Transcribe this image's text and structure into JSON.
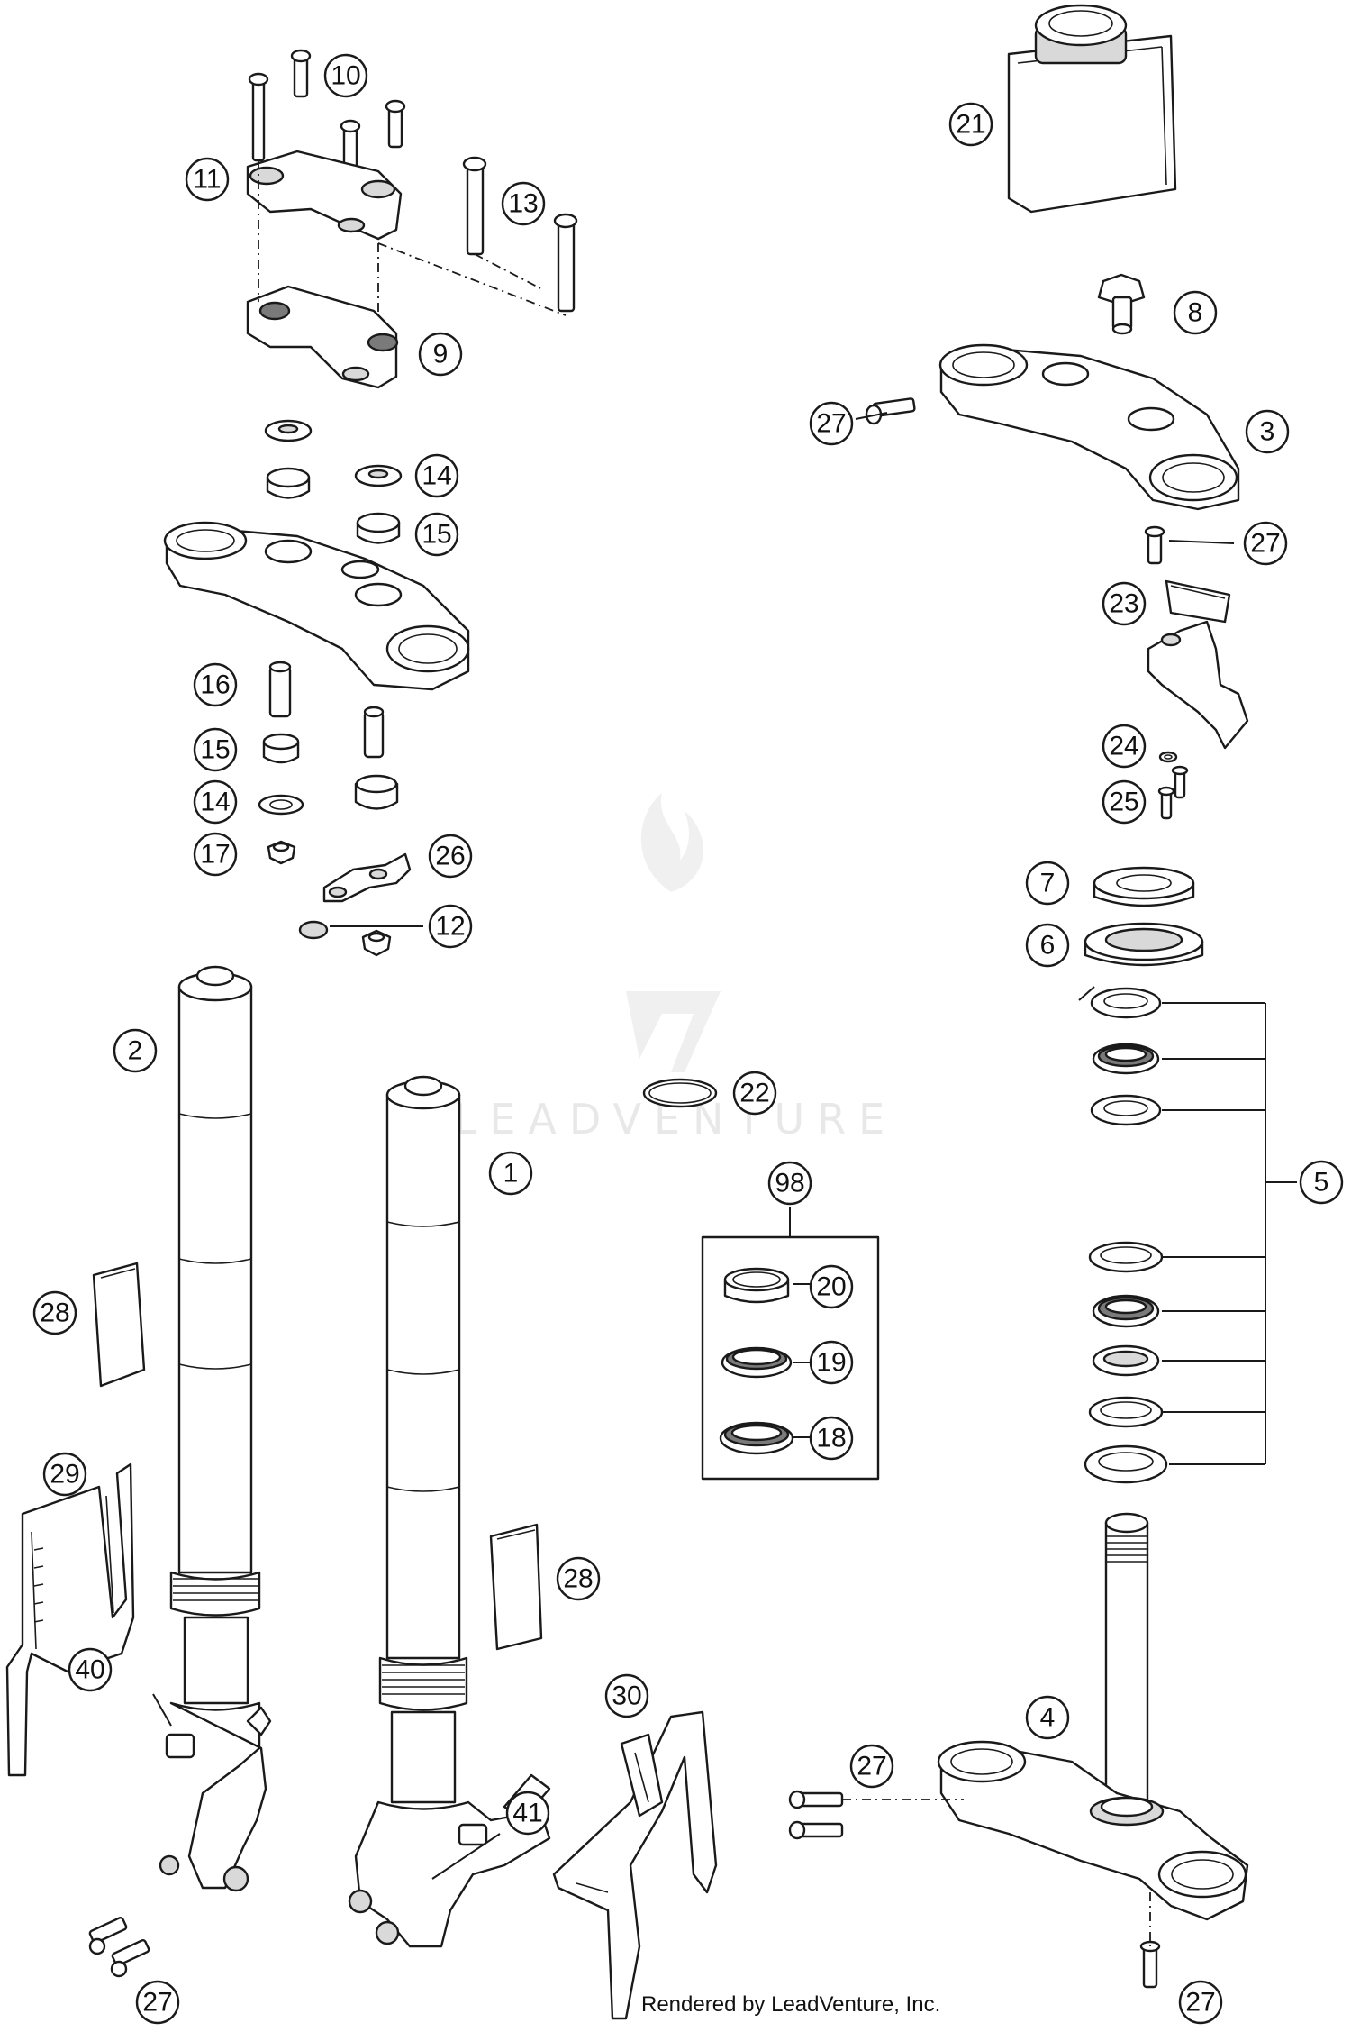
{
  "watermark": {
    "brand": "LEADVENTURE"
  },
  "footer": {
    "credit": "Rendered by LeadVenture, Inc."
  },
  "callouts": {
    "c1": "1",
    "c2": "2",
    "c3": "3",
    "c4": "4",
    "c5": "5",
    "c6": "6",
    "c7": "7",
    "c8": "8",
    "c9": "9",
    "c10": "10",
    "c11": "11",
    "c12": "12",
    "c13": "13",
    "c14a": "14",
    "c14b": "14",
    "c15a": "15",
    "c15b": "15",
    "c16": "16",
    "c17": "17",
    "c18": "18",
    "c19": "19",
    "c20": "20",
    "c21": "21",
    "c22": "22",
    "c23": "23",
    "c24": "24",
    "c25": "25",
    "c26": "26",
    "c27a": "27",
    "c27b": "27",
    "c27c": "27",
    "c27d": "27",
    "c27e": "27",
    "c28a": "28",
    "c28b": "28",
    "c29": "29",
    "c30": "30",
    "c40": "40",
    "c41": "41",
    "c98": "98"
  }
}
